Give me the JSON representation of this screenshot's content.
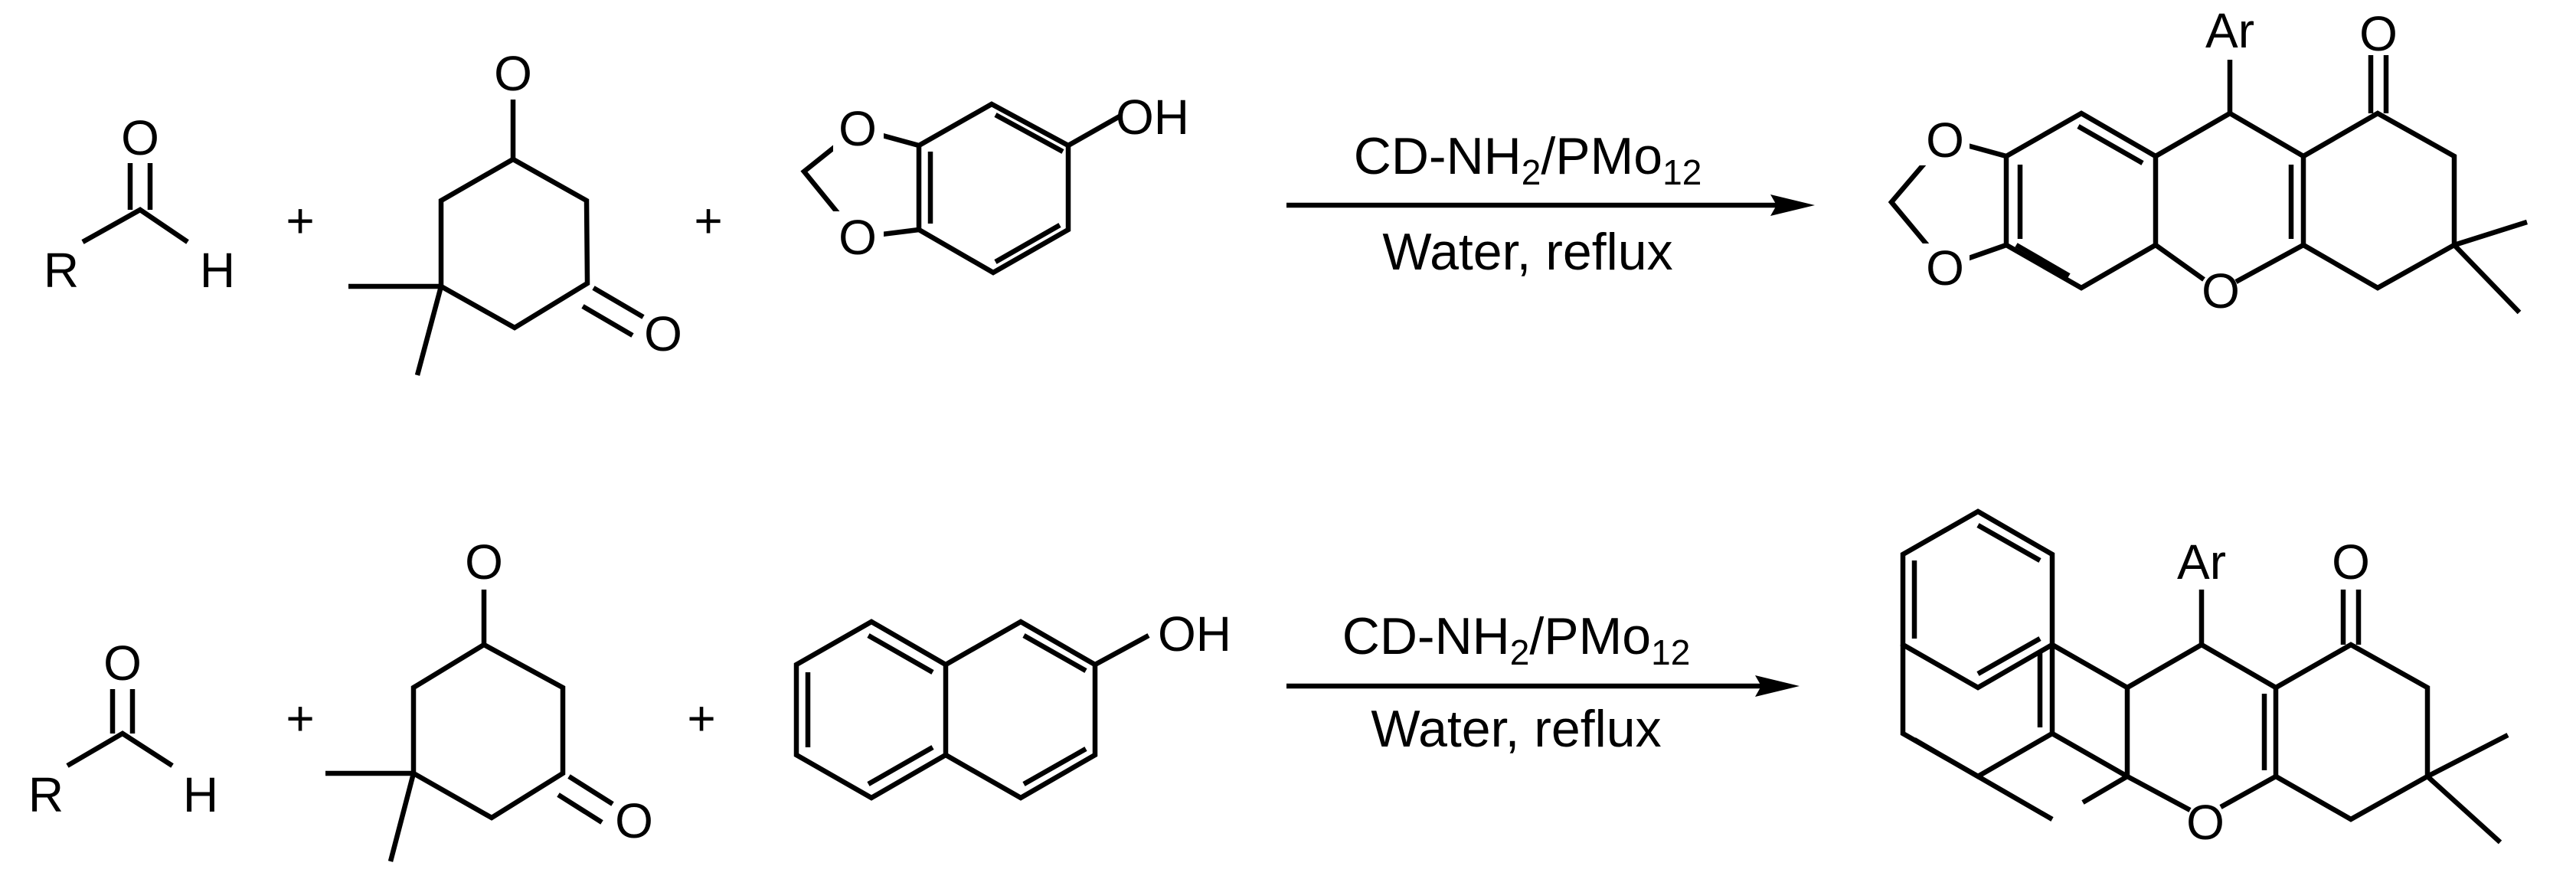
{
  "labels": {
    "R": "R",
    "H": "H",
    "O": "O",
    "OH": "OH",
    "Ar": "Ar",
    "plus": "+"
  },
  "conditions": {
    "catalyst_main": "CD-NH",
    "catalyst_sub1": "2",
    "catalyst_mid": "/PMo",
    "catalyst_sub2": "12",
    "solvent": "Water, reflux"
  },
  "reactions": [
    {
      "reactants": [
        "aldehyde",
        "dimedone",
        "sesamol"
      ],
      "product": "methylenedioxy-xanthenone"
    },
    {
      "reactants": [
        "aldehyde",
        "dimedone",
        "2-naphthol"
      ],
      "product": "benzoxanthenone"
    }
  ],
  "colors": {
    "ink": "#000000",
    "background": "#ffffff"
  }
}
